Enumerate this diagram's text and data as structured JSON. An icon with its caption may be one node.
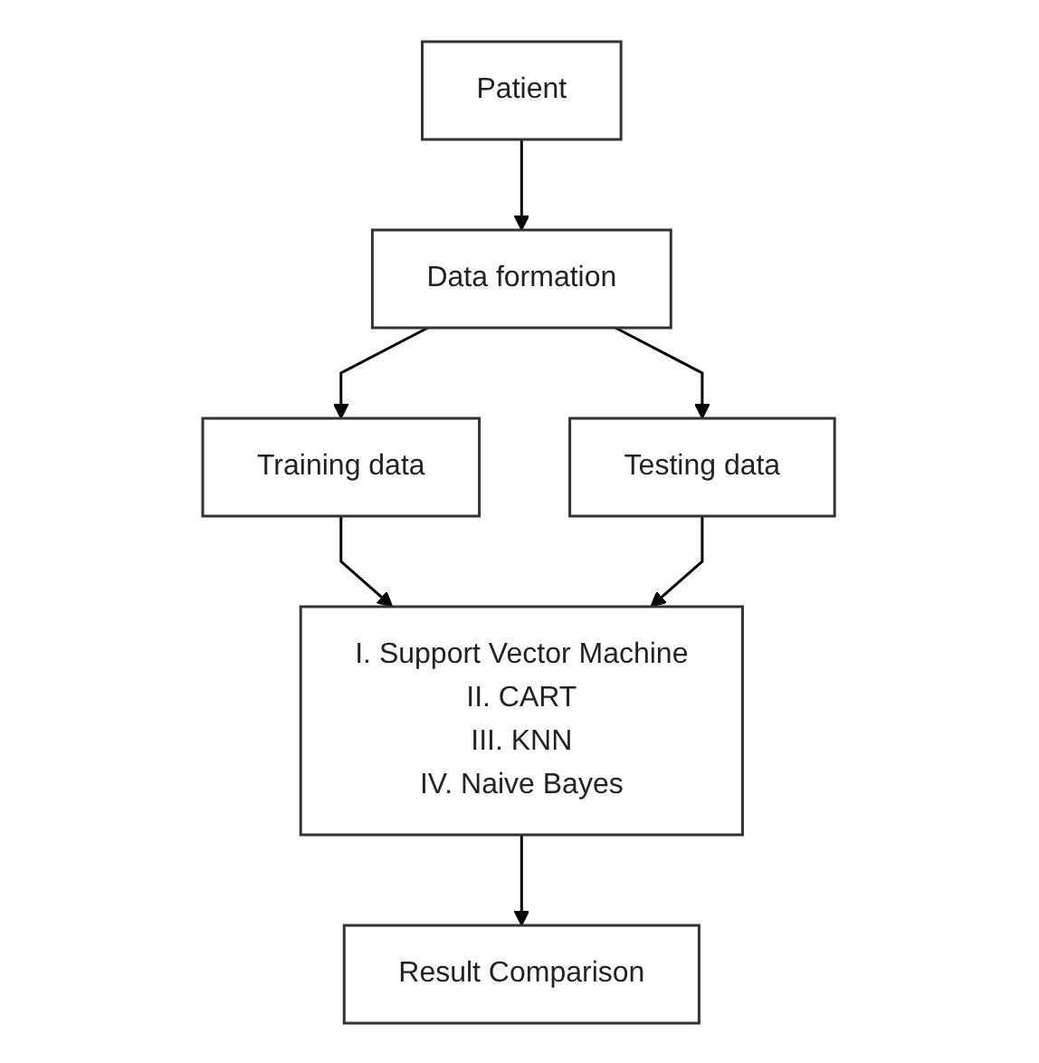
{
  "diagram": {
    "nodes": [
      {
        "text": [
          "Patient"
        ]
      },
      {
        "text": [
          "Data formation"
        ]
      },
      {
        "text": [
          "Training data"
        ]
      },
      {
        "text": [
          "Testing data"
        ]
      },
      {
        "text": [
          "I. Support Vector Machine",
          "II. CART",
          "III. KNN",
          "IV. Naive Bayes"
        ]
      },
      {
        "text": [
          "Result Comparison"
        ]
      }
    ],
    "edges": [
      {
        "from": 0,
        "to": 1,
        "arrow": "to"
      },
      {
        "from": 1,
        "to": 2,
        "arrow": "to"
      },
      {
        "from": 1,
        "to": 3,
        "arrow": "to"
      },
      {
        "from": 2,
        "to": 4,
        "arrow": "to"
      },
      {
        "from": 3,
        "to": 4,
        "arrow": "to"
      },
      {
        "from": 4,
        "to": 5,
        "arrow": "to"
      }
    ]
  }
}
